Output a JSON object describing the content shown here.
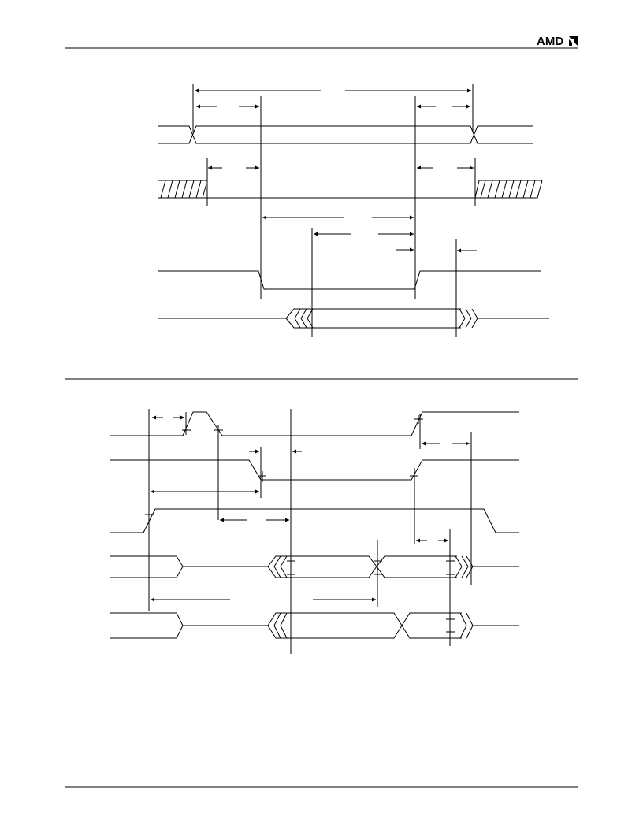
{
  "header": {
    "logo_text": "AMD",
    "logo_icon": "amd-arrow-icon"
  },
  "colors": {
    "ink": "#000000",
    "gridline": "#444444",
    "rule": "#000000"
  },
  "diagrams": [
    {
      "id": "timing-diagram-1",
      "signal_count": 4,
      "labels_printed": false
    },
    {
      "id": "timing-diagram-2",
      "signal_count": 5,
      "labels_printed": false
    }
  ]
}
